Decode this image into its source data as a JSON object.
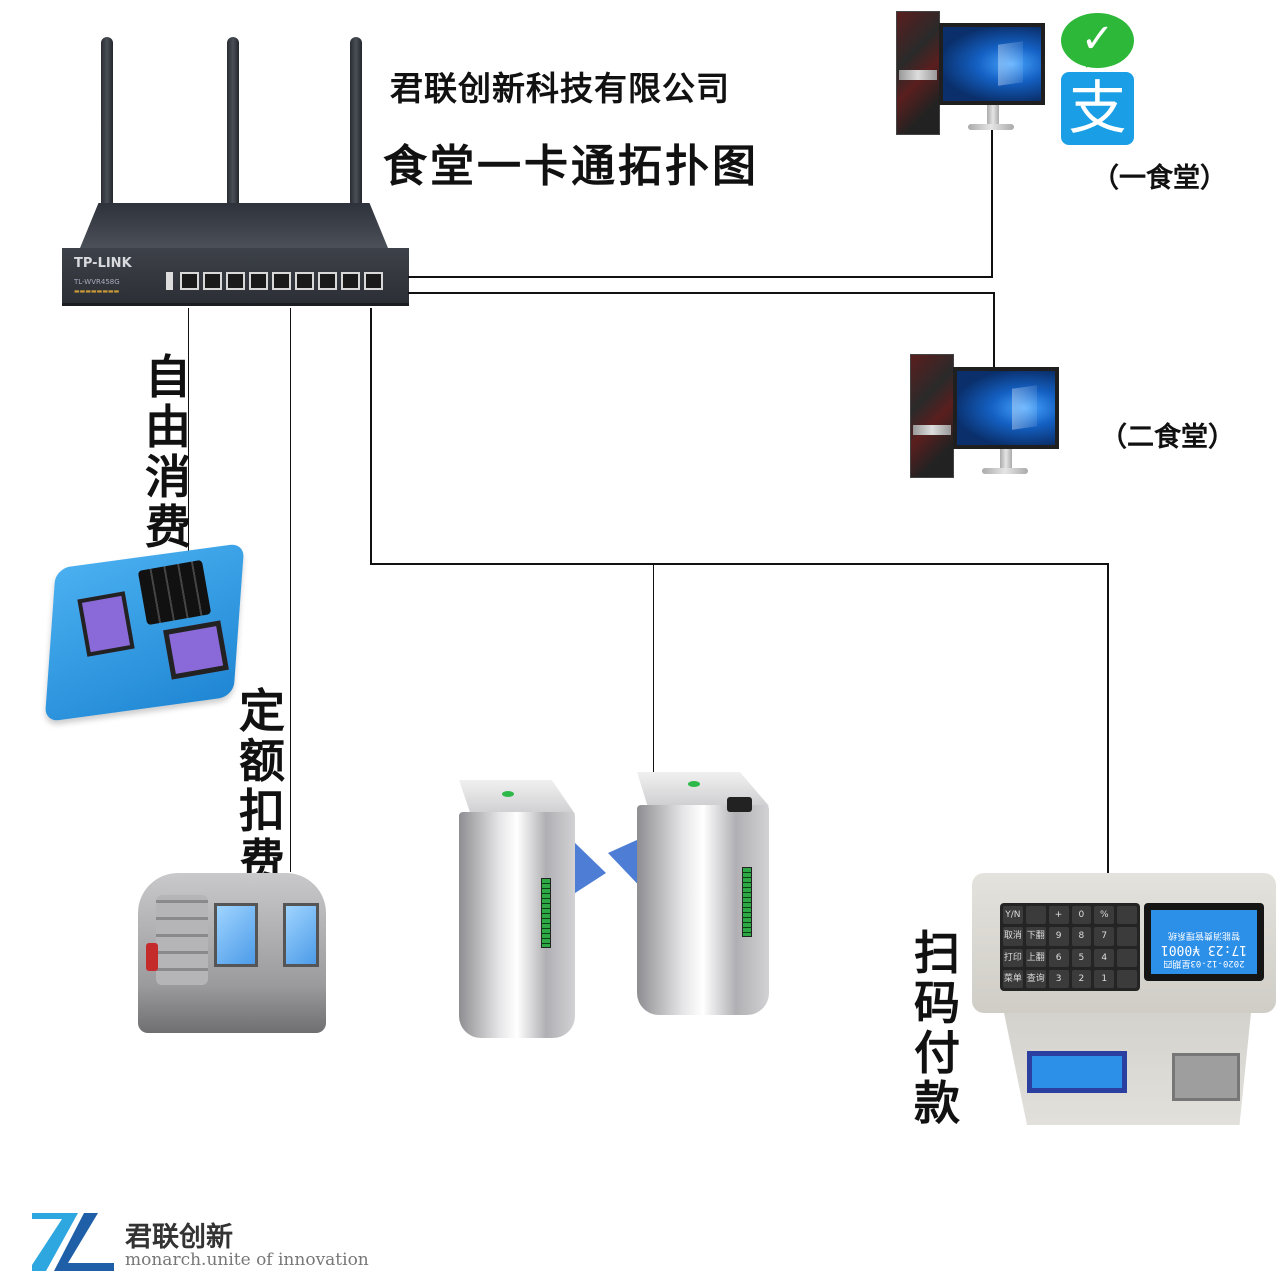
{
  "header": {
    "company": "君联创新科技有限公司",
    "title": "食堂一卡通拓扑图"
  },
  "router": {
    "brand": "TP-LINK",
    "model": "TL-WVR458G",
    "icon": "router-icon"
  },
  "nodes": {
    "canteen1": {
      "label": "（一食堂）",
      "payment_icons": [
        "wechat-pay-icon",
        "alipay-icon"
      ],
      "wechat_glyph": "✓",
      "alipay_glyph": "支"
    },
    "canteen2": {
      "label": "（二食堂）"
    },
    "free_consumption": {
      "label": [
        "自",
        "由",
        "消",
        "费"
      ]
    },
    "fixed_deduction": {
      "label": [
        "定",
        "额",
        "扣",
        "费"
      ]
    },
    "scan_payment": {
      "label": [
        "扫",
        "码",
        "付",
        "款"
      ],
      "keys": [
        "Y/N",
        "",
        "+",
        "0",
        "%",
        "",
        "取消",
        "下翻",
        "9",
        "8",
        "7",
        "",
        "打印",
        "上翻",
        "6",
        "5",
        "4",
        "",
        "菜单",
        "查询",
        "3",
        "2",
        "1",
        ""
      ],
      "screen_lines": [
        "2020-12-03星期四",
        "17:23 ¥0001",
        "智能消费管理系统"
      ]
    },
    "gate": {
      "icon": "turnstile-gate-icon"
    }
  },
  "footer": {
    "logo_cn": "君联创新",
    "logo_en": "monarch.unite of innovation"
  },
  "colors": {
    "line": "#111111",
    "wechat": "#2db83a",
    "alipay": "#1a9fe6",
    "logo_blue_light": "#2ea7e0",
    "logo_blue_dark": "#1f5fa8"
  }
}
